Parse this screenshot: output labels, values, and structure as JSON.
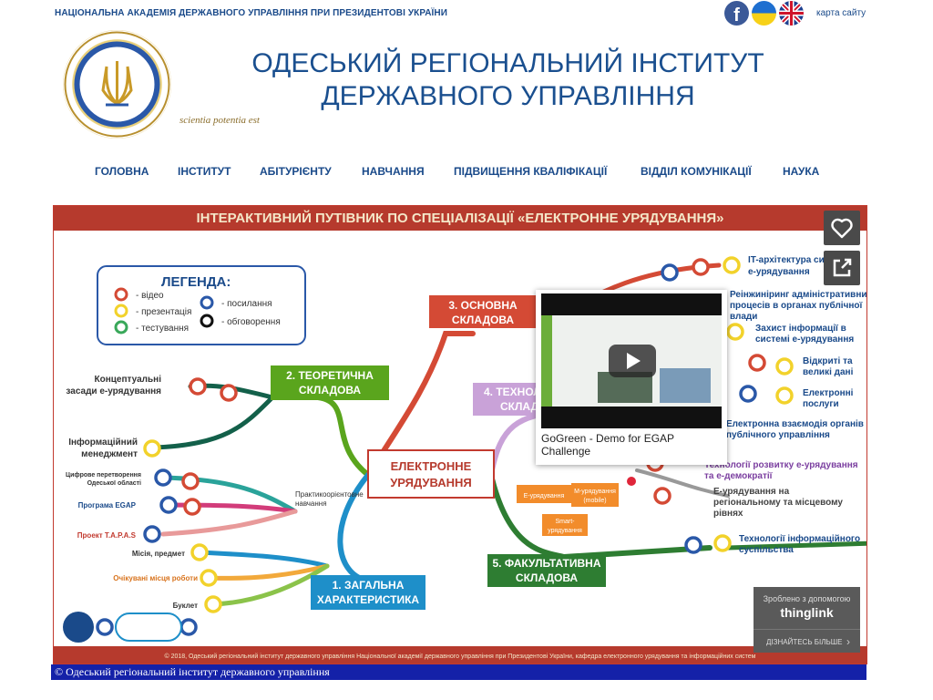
{
  "header": {
    "academy_line": "НАЦІОНАЛЬНА АКАДЕМІЯ ДЕРЖАВНОГО УПРАВЛІННЯ ПРИ ПРЕЗИДЕНТОВІ УКРАЇНИ",
    "sitemap_label": "карта сайту",
    "facebook_glyph": "f",
    "title_line1": "ОДЕСЬКИЙ РЕГІОНАЛЬНИЙ ІНСТИТУТ",
    "title_line2": "ДЕРЖАВНОГО УПРАВЛІННЯ",
    "motto": "scientia potentia est"
  },
  "nav": [
    {
      "label": "ГОЛОВНА"
    },
    {
      "label": "ІНСТИТУТ"
    },
    {
      "label": "АБІТУРІЄНТУ"
    },
    {
      "label": "НАВЧАННЯ"
    },
    {
      "label": "ПІДВИЩЕННЯ КВАЛІФІКАЦІЇ"
    },
    {
      "label": "ВІДДІЛ КОМУНІКАЦІЇ"
    },
    {
      "label": "НАУКА"
    }
  ],
  "map": {
    "banner": "ІНТЕРАКТИВНИЙ ПУТІВНИК ПО СПЕЦІАЛІЗАЦІЇ «ЕЛЕКТРОННЕ УРЯДУВАННЯ»",
    "legend_title": "ЛЕГЕНДА:",
    "legend_video": "- відео",
    "legend_presentation": "- презентація",
    "legend_test": "- тестування",
    "legend_link": "- посилання",
    "legend_discussion": "- обговорення",
    "center_line1": "ЕЛЕКТРОННЕ",
    "center_line2": "УРЯДУВАННЯ",
    "n1_line1": "1. ЗАГАЛЬНА",
    "n1_line2": "ХАРАКТЕРИСТИКА",
    "n2_line1": "2. ТЕОРЕТИЧНА",
    "n2_line2": "СКЛАДОВА",
    "n3_line1": "3. ОСНОВНА",
    "n3_line2": "СКЛАДОВА",
    "n4_line1": "4. ТЕХНОЛ",
    "n4_line2": "СКЛАД",
    "n5_line1": "5. ФАКУЛЬТАТИВНА",
    "n5_line2": "СКЛАДОВА",
    "left_concept_1": "Концептуальні",
    "left_concept_2": "засади е-урядування",
    "left_info_1": "Інформаційний",
    "left_info_2": "менеджмент",
    "left_digital_1": "Цифрове перетворення",
    "left_digital_2": "Одеської області",
    "left_egap": "Програма EGAP",
    "left_tapas": "Проект T.A.P.A.S",
    "practice_1": "Практикоорієнтовне",
    "practice_2": "навчання",
    "left_mission": "Місія, предмет",
    "left_jobs": "Очікувані місця роботи",
    "left_booklet": "Буклет",
    "r_it_1": "IT-архітектура систе",
    "r_it_2": "е-урядування",
    "r_reeng_1": "Реінжиніринг адміністративних",
    "r_reeng_2": "процесів в органах публічної",
    "r_reeng_3": "влади",
    "r_prot_1": "Захист інформації в",
    "r_prot_2": "системі е-урядування",
    "r_open_1": "Відкриті та",
    "r_open_2": "великі дані",
    "r_serv_1": "Електронні",
    "r_serv_2": "послуги",
    "r_inter_1": "Електронна взаємодія органів",
    "r_inter_2": "публічного управління",
    "r_tech_1": "Технології розвитку е-урядування",
    "r_tech_2": "та е-демократії",
    "r_reg_1": "Е-урядування на",
    "r_reg_2": "регіональному та місцевому",
    "r_reg_3": "рівнях",
    "r_info_1": "Технології інформаційного",
    "r_info_2": "суспільства",
    "sub_egov": "Е-урядування",
    "sub_mobile_1": "М-урядування",
    "sub_mobile_2": "(mobile)",
    "sub_smart_1": "Smart-",
    "sub_smart_2": "урядування",
    "copyright": "© 2018, Одеський регіональний інститут державного управління Національної академії державного управління при Президентові України, кафедра електронного урядування та інформаційних систем"
  },
  "popup": {
    "title_line1": "GoGreen - Demo for EGAP",
    "title_line2": "Challenge"
  },
  "thinglink": {
    "made_with": "Зроблено з допомогою",
    "brand": "thinglink",
    "learn_more": "ДІЗНАЙТЕСЬ БІЛЬШЕ"
  },
  "footer": {
    "text": "© Одеський регіональний інститут державного управління"
  },
  "colors": {
    "brand_blue": "#1a4a8a",
    "banner_red": "#b63a2d",
    "footer_blue": "#1421a8",
    "node_red": "#d44a35",
    "node_green": "#5aa51d",
    "node_teal": "#1e8fc9",
    "node_darkgreen": "#2e7d32",
    "node_lilac": "#c9a2d8"
  },
  "icons": [
    "facebook-icon",
    "ukraine-flag-icon",
    "uk-flag-icon",
    "heart-icon",
    "share-icon",
    "play-icon",
    "chevron-right-icon"
  ]
}
